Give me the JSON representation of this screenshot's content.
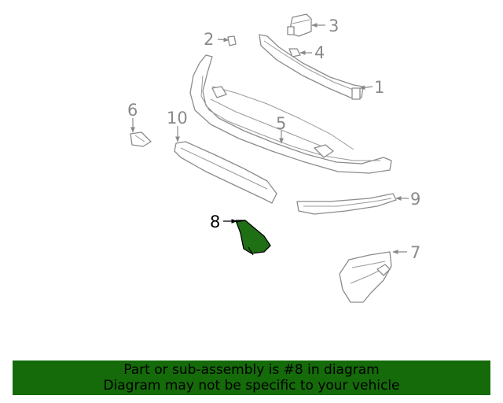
{
  "callouts": {
    "c1": "1",
    "c2": "2",
    "c3": "3",
    "c4": "4",
    "c5": "5",
    "c6": "6",
    "c7": "7",
    "c8": "8",
    "c9": "9",
    "c10": "10"
  },
  "highlighted_part": "8",
  "colors": {
    "highlight_fill": "#1f6f14",
    "banner_bg": "#156a0a",
    "callout_gray": "#8a8a8a"
  },
  "banner": {
    "line1": "Part or sub-assembly is #8 in diagram",
    "line2": "Diagram may not be specific to your vehicle"
  }
}
